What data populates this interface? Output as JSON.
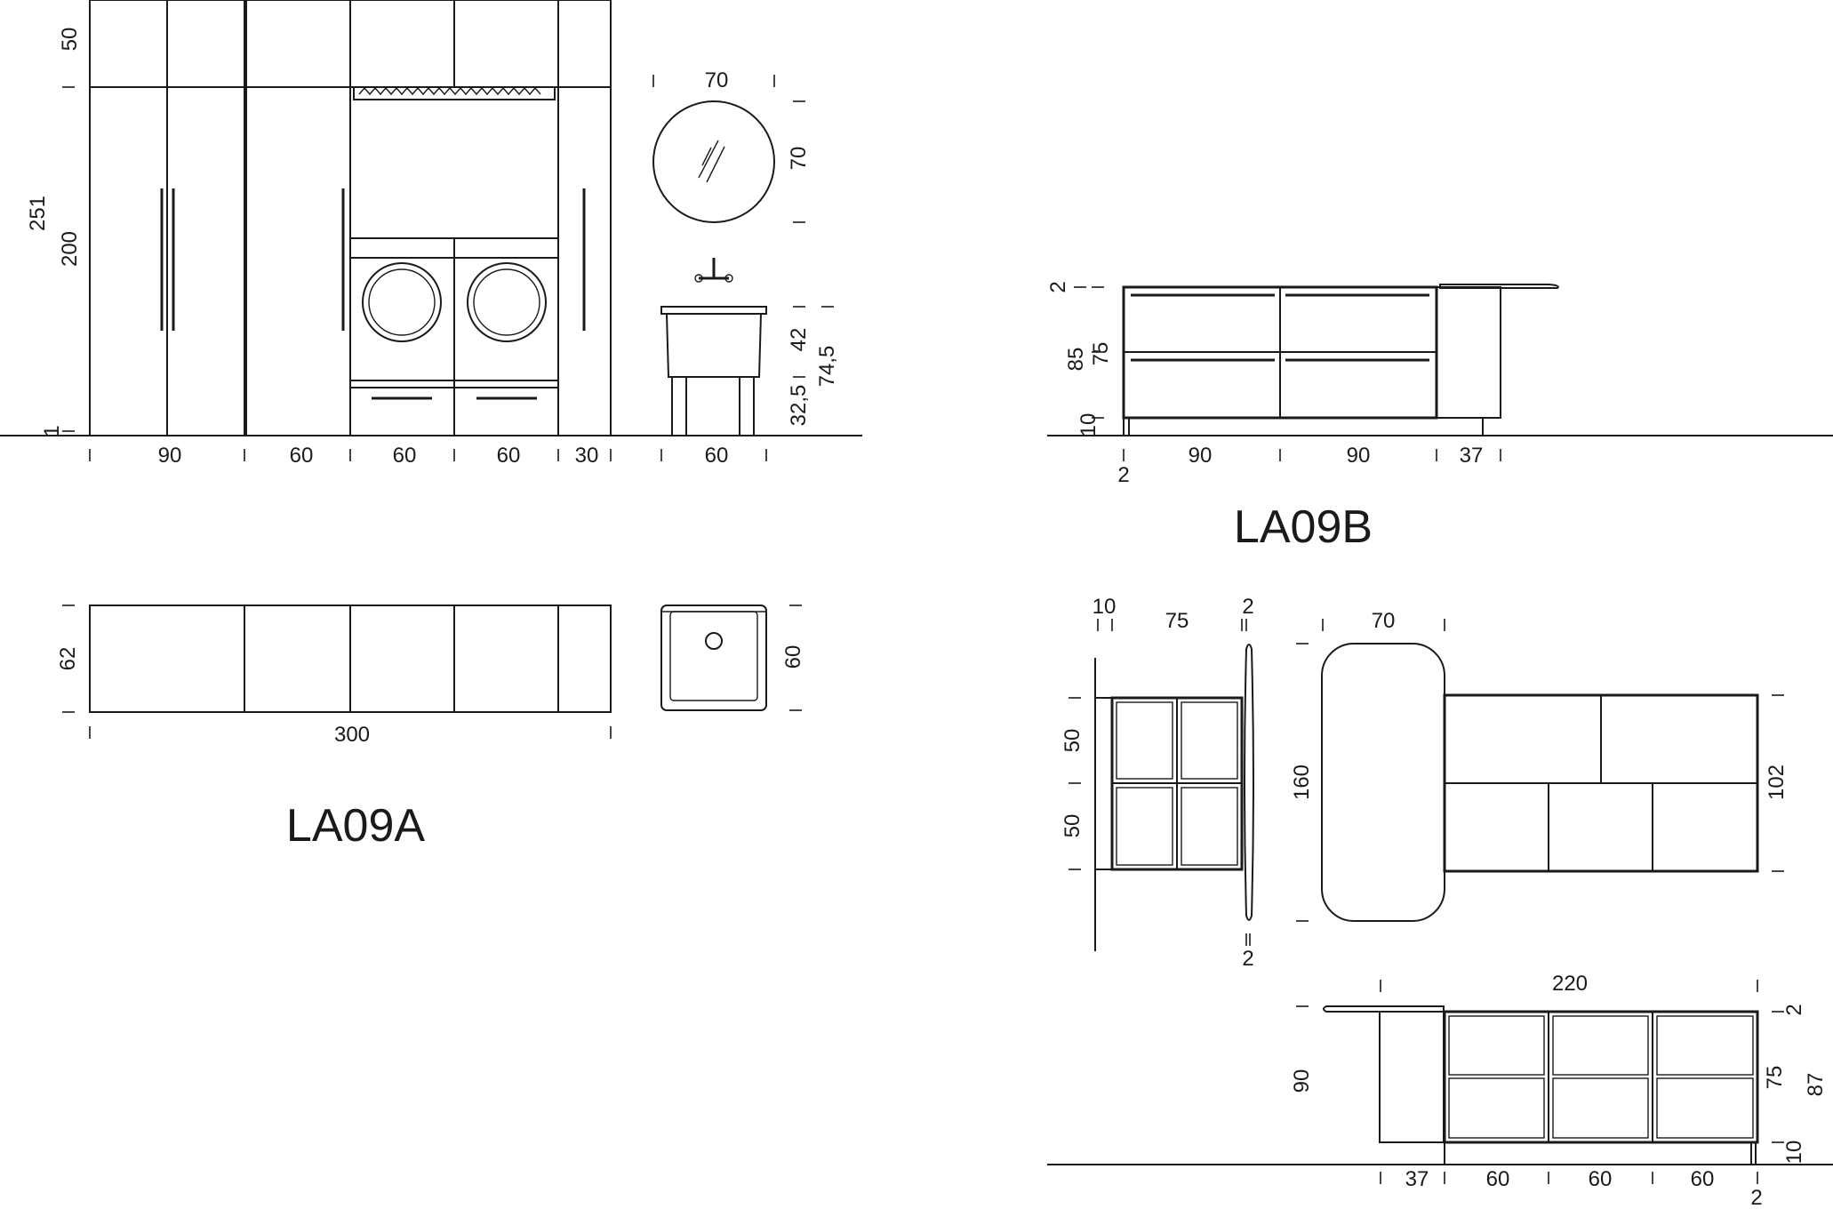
{
  "titles": {
    "la09a": "LA09A",
    "la09b": "LA09B"
  },
  "la09a": {
    "elev_h": [
      "90",
      "60",
      "60",
      "60",
      "30",
      "60"
    ],
    "elev_v": [
      "50",
      "251",
      "200",
      "1"
    ],
    "mirror": [
      "70",
      "70"
    ],
    "sink_v": [
      "42",
      "74,5",
      "32,5"
    ],
    "plan": {
      "depth": "62",
      "width": "300",
      "sink": "60"
    }
  },
  "la09b": {
    "front": {
      "v": [
        "2",
        "85",
        "75",
        "10"
      ],
      "h": [
        "90",
        "90",
        "37"
      ],
      "foot": "2"
    },
    "side": {
      "top": [
        "10",
        "75",
        "2"
      ],
      "v": [
        "50",
        "50"
      ],
      "bottom": "2"
    },
    "plan": {
      "w": "70",
      "h": "160",
      "depth": "102"
    },
    "back": {
      "top": "220",
      "v": [
        "90",
        "2",
        "75",
        "87",
        "10"
      ],
      "h": [
        "37",
        "60",
        "60",
        "60"
      ],
      "foot": "2"
    }
  }
}
